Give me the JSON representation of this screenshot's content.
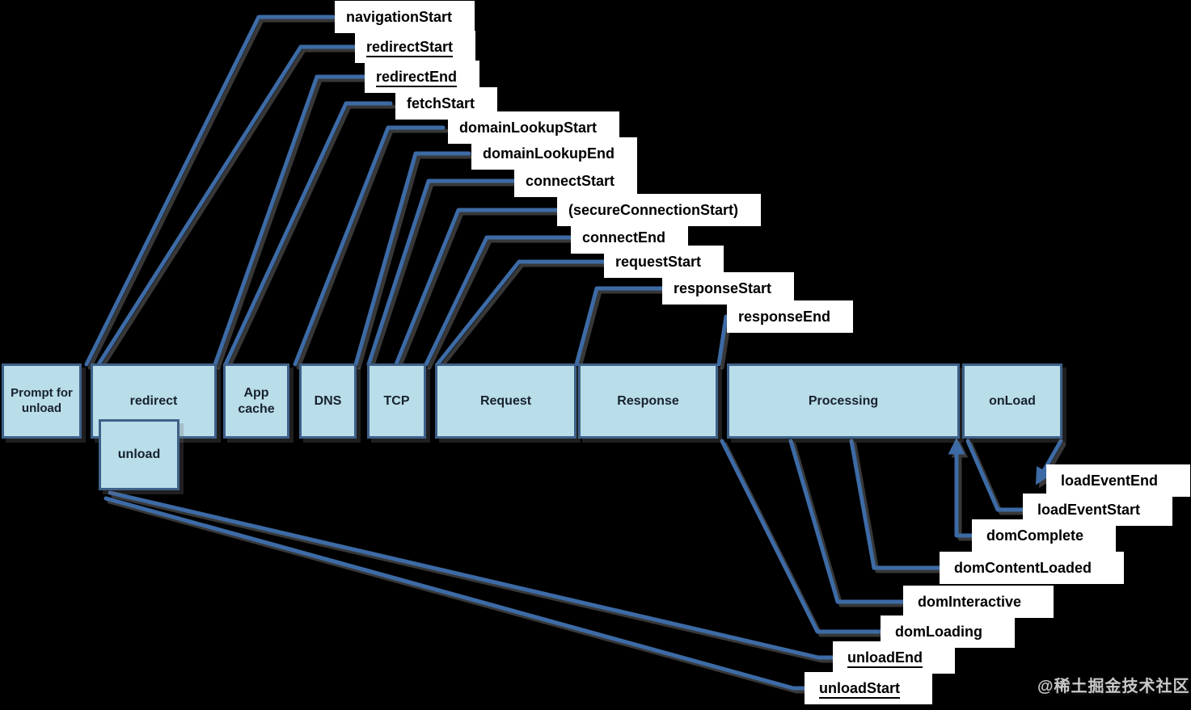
{
  "colors": {
    "background": "#000000",
    "box_fill": "#b9dde9",
    "box_border": "#3e6189",
    "box_text": "#16222e",
    "line": "#3d6ba6",
    "label_bg": "#ffffff",
    "label_text": "#000000",
    "watermark_text": "#c9c9c9"
  },
  "timeline": {
    "boxes": [
      {
        "id": "prompt-for-unload",
        "label": "Prompt for unload"
      },
      {
        "id": "redirect",
        "label": "redirect"
      },
      {
        "id": "unload",
        "label": "unload"
      },
      {
        "id": "app-cache",
        "label": "App cache"
      },
      {
        "id": "dns",
        "label": "DNS"
      },
      {
        "id": "tcp",
        "label": "TCP"
      },
      {
        "id": "request",
        "label": "Request"
      },
      {
        "id": "response",
        "label": "Response"
      },
      {
        "id": "processing",
        "label": "Processing"
      },
      {
        "id": "onload",
        "label": "onLoad"
      }
    ]
  },
  "top_labels": [
    {
      "text": "navigationStart",
      "underlined": false
    },
    {
      "text": "redirectStart",
      "underlined": true
    },
    {
      "text": "redirectEnd",
      "underlined": true
    },
    {
      "text": "fetchStart",
      "underlined": false
    },
    {
      "text": "domainLookupStart",
      "underlined": false
    },
    {
      "text": "domainLookupEnd",
      "underlined": false
    },
    {
      "text": "connectStart",
      "underlined": false
    },
    {
      "text": "(secureConnectionStart)",
      "underlined": false
    },
    {
      "text": "connectEnd",
      "underlined": false
    },
    {
      "text": "requestStart",
      "underlined": false
    },
    {
      "text": "responseStart",
      "underlined": false
    },
    {
      "text": "responseEnd",
      "underlined": false
    }
  ],
  "bottom_labels": [
    {
      "text": "loadEventEnd",
      "underlined": false
    },
    {
      "text": "loadEventStart",
      "underlined": false
    },
    {
      "text": "domComplete",
      "underlined": false
    },
    {
      "text": "domContentLoaded",
      "underlined": false
    },
    {
      "text": "domInteractive",
      "underlined": false
    },
    {
      "text": "domLoading",
      "underlined": false
    },
    {
      "text": "unloadEnd",
      "underlined": true
    },
    {
      "text": "unloadStart",
      "underlined": true
    }
  ],
  "watermark": "@稀土掘金技术社区"
}
